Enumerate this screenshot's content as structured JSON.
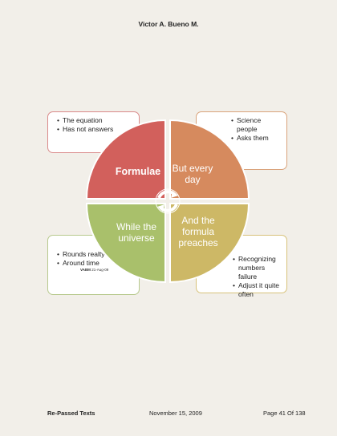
{
  "header": {
    "author": "Victor A. Bueno M."
  },
  "diagram": {
    "quadrants": [
      {
        "label": "Formulae",
        "color": "#d2605c"
      },
      {
        "label": "But every day",
        "color": "#d68a5e"
      },
      {
        "label": "While the universe",
        "color": "#a9c06b"
      },
      {
        "label": "And the formula preaches",
        "color": "#cdb866"
      }
    ],
    "cards": {
      "top_left": [
        "The equation",
        "Has not answers"
      ],
      "top_right": [
        "Science people",
        "Asks them"
      ],
      "bottom_left": [
        "Rounds realty",
        "Around time"
      ],
      "bottom_right": [
        "Recognizing numbers failure",
        "Adjust it quite often"
      ]
    },
    "stamp": {
      "initials": "VABM",
      "date": "21-Aug-09"
    },
    "center_icon": "circular-arrows-icon"
  },
  "footer": {
    "left": "Re-Passed Texts",
    "center": "November 15, 2009",
    "right": "Page 41  Of 138"
  }
}
